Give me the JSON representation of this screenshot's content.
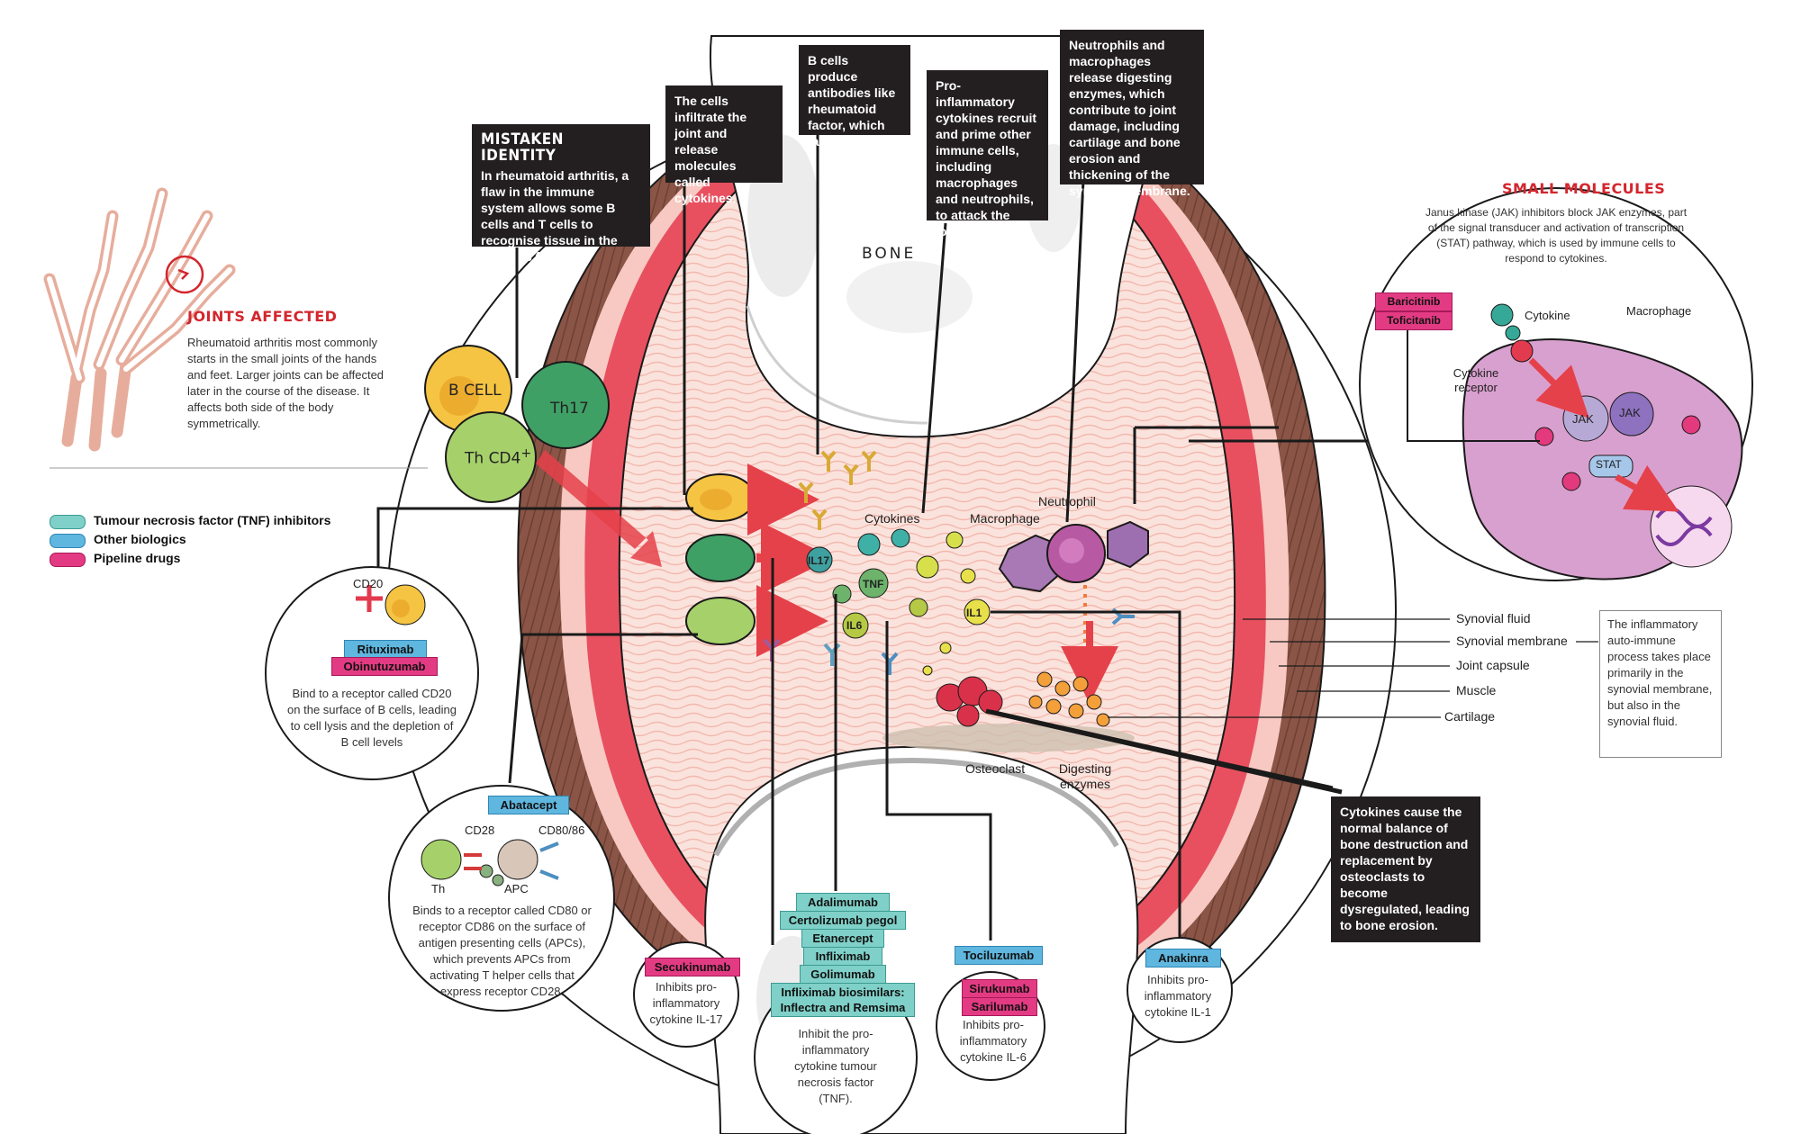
{
  "colors": {
    "callout_bg": "#231f20",
    "accent_red": "#d3262e",
    "tnf": "#7fd0c8",
    "other_biologics": "#5fb6de",
    "pipeline": "#e33b83",
    "synovial_fluid": "#fbe1dc",
    "membrane": "#e8505f",
    "capsule": "#7a4a3f"
  },
  "joints_affected": {
    "title": "JOINTS AFFECTED",
    "text": "Rheumatoid arthritis most commonly starts in the small joints of the hands and feet. Larger joints can be affected later in the course of the disease. It affects both side of the body symmetrically."
  },
  "legend": [
    {
      "label": "Tumour necrosis factor (TNF) inhibitors",
      "color": "#7fd0c8"
    },
    {
      "label": "Other biologics",
      "color": "#5fb6de"
    },
    {
      "label": "Pipeline drugs",
      "color": "#e33b83"
    }
  ],
  "callouts": {
    "mistaken_identity": {
      "title": "MISTAKEN IDENTITY",
      "text": "In rheumatoid arthritis, a flaw in the immune system allows some B cells and T cells to recognise tissue in the joints as foreign."
    },
    "cells_infiltrate": "The cells infiltrate the joint and release molecules called cytokines.",
    "b_cells": "B cells produce antibodies like rheumatoid factor, which target the joint.",
    "pro_inflammatory": "Pro-inflammatory cytokines recruit and prime other immune cells, including macrophages and neutrophils, to attack the joint.",
    "neutrophils": "Neutrophils and macrophages release digesting enzymes, which contribute to joint damage, including cartilage and bone erosion and thickening of the synovial membrane.",
    "cytokines_cause": "Cytokines cause the normal balance of bone destruction and replacement by osteoclasts to become dysregulated, leading to bone erosion."
  },
  "small_molecules": {
    "title": "SMALL MOLECULES",
    "text": "Janus kinase (JAK) inhibitors block JAK enzymes, part of the signal transducer and activation of transcription (STAT) pathway, which is used by immune cells to respond to cytokines.",
    "drugs": [
      "Baricitinib",
      "Toficitanib"
    ],
    "labels": {
      "cytokine": "Cytokine",
      "macrophage": "Macrophage",
      "receptor": "Cytokine receptor",
      "jak": "JAK",
      "stat": "STAT"
    }
  },
  "cells": {
    "b_cell": "B CELL",
    "th17": "Th17",
    "th_cd4": "Th CD4"
  },
  "joint_labels": {
    "bone": "BONE",
    "cytokines": "Cytokines",
    "macrophage": "Macrophage",
    "neutrophil": "Neutrophil",
    "il17": "IL17",
    "tnf": "TNF",
    "il6": "IL6",
    "il1": "IL1",
    "osteoclast": "Osteoclast",
    "digesting_enzymes": "Digesting enzymes"
  },
  "anatomy": [
    "Synovial fluid",
    "Synovial membrane",
    "Joint capsule",
    "Muscle",
    "Cartilage"
  ],
  "anatomy_note": "The inflammatory auto-immune process takes place primarily in the synovial membrane, but also in the synovial fluid.",
  "cd20_panel": {
    "label": "CD20",
    "drugs": [
      {
        "name": "Rituximab",
        "kind": "bio"
      },
      {
        "name": "Obinutuzumab",
        "kind": "pipe"
      }
    ],
    "text": "Bind to a receptor called CD20 on the surface of B cells, leading to cell lysis and the depletion of B cell levels"
  },
  "abatacept_panel": {
    "drug": "Abatacept",
    "labels": {
      "cd28": "CD28",
      "cd80": "CD80/86",
      "th": "Th",
      "apc": "APC"
    },
    "text": "Binds to a receptor called CD80 or receptor CD86 on the surface of antigen presenting cells (APCs), which prevents APCs from activating T helper cells that express receptor CD28."
  },
  "il17_panel": {
    "drug": "Secukinumab",
    "text": "Inhibits pro-inflammatory cytokine IL-17"
  },
  "tnf_panel": {
    "drugs": [
      "Adalimumab",
      "Certolizumab pegol",
      "Etanercept",
      "Infliximab",
      "Golimumab",
      "Infliximab biosimilars:",
      "Inflectra and Remsima"
    ],
    "text": "Inhibit the pro-inflammatory cytokine tumour necrosis factor (TNF)."
  },
  "il6_panel": {
    "drugs": [
      {
        "name": "Tociluzumab",
        "kind": "bio"
      },
      {
        "name": "Sirukumab",
        "kind": "pipe"
      },
      {
        "name": "Sarilumab",
        "kind": "pipe"
      }
    ],
    "text": "Inhibits pro-inflammatory cytokine IL-6"
  },
  "il1_panel": {
    "drug": "Anakinra",
    "text": "Inhibits pro-inflammatory cytokine IL-1"
  }
}
